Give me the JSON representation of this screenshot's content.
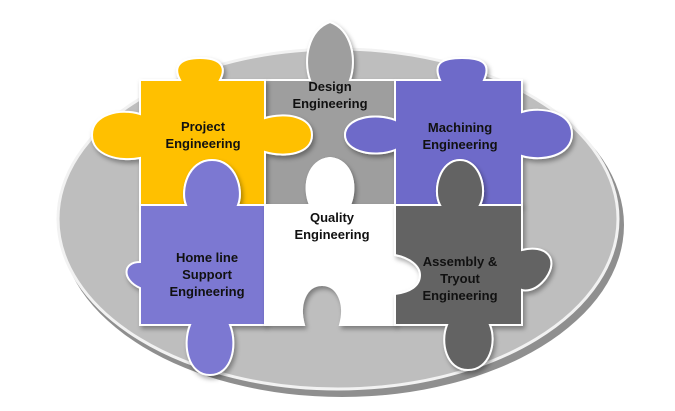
{
  "pieces": {
    "project": {
      "lines": [
        "Project",
        "Engineering"
      ],
      "color": "#FFC000"
    },
    "design": {
      "lines": [
        "Design",
        "Engineering"
      ],
      "color": "#9E9E9E"
    },
    "machining": {
      "lines": [
        "Machining",
        "Engineering"
      ],
      "color": "#6E6AC9"
    },
    "homeline": {
      "lines": [
        "Home line",
        "Support",
        "Engineering"
      ],
      "color": "#7C78D2"
    },
    "quality": {
      "lines": [
        "Quality",
        "Engineering"
      ],
      "color": "#FFFFFF"
    },
    "assembly": {
      "lines": [
        "Assembly &",
        "Tryout",
        "Engineering"
      ],
      "color": "#636363"
    }
  },
  "colors": {
    "ellipse": "#BEBEBE",
    "ellipse_shadow": "#8F8F8F",
    "ellipse_edge": "#F2F2F2",
    "piece_stroke": "#FFFFFF"
  }
}
